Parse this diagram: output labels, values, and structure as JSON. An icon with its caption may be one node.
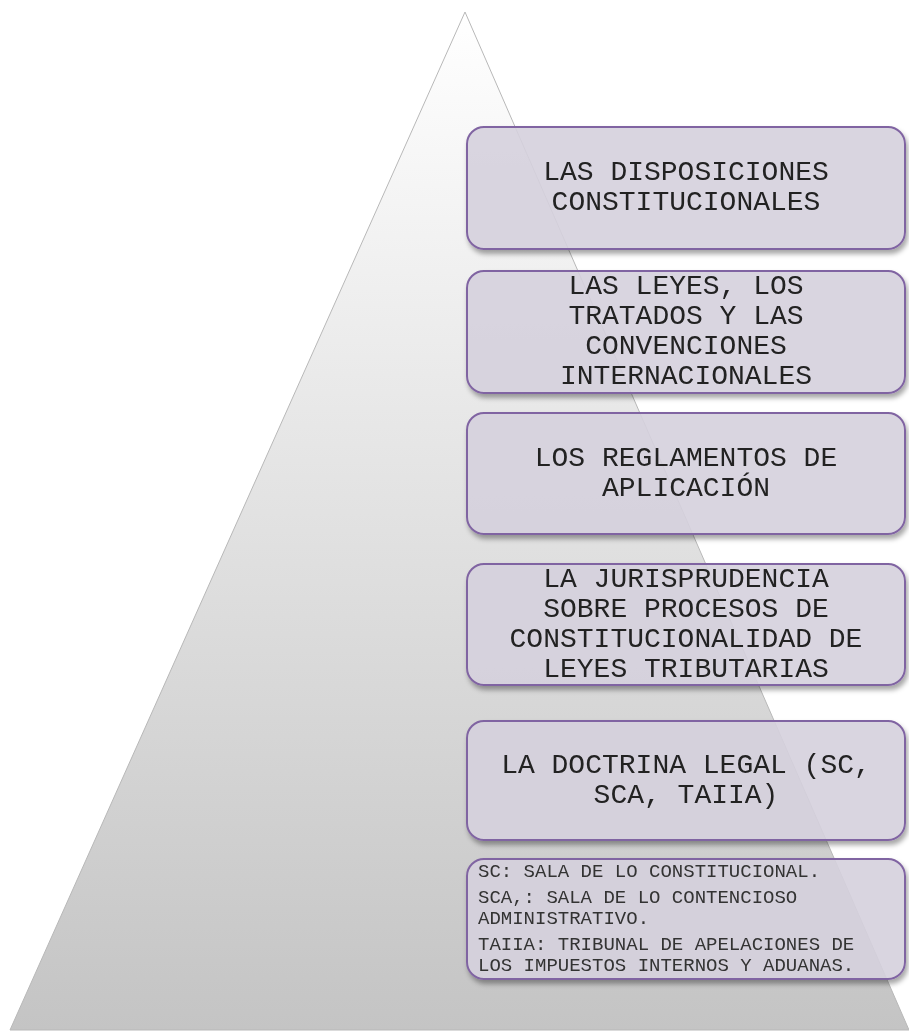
{
  "diagram": {
    "nodes": [
      {
        "text": [
          "LAS DISPOSICIONES CONSTITUCIONALES"
        ]
      },
      {
        "text": [
          "LAS LEYES, LOS TRATADOS Y LAS CONVENCIONES INTERNACIONALES"
        ]
      },
      {
        "text": [
          "LOS REGLAMENTOS DE APLICACIÓN"
        ]
      },
      {
        "text": [
          "LA JURISPRUDENCIA SOBRE PROCESOS DE CONSTITUCIONALIDAD DE LEYES TRIBUTARIAS"
        ]
      },
      {
        "text": [
          "LA DOCTRINA LEGAL (SC, SCA, TAIIA)"
        ]
      },
      {
        "text": [
          "SC: SALA DE LO CONSTITUCIONAL.",
          "SCA,: SALA DE LO CONTENCIOSO ADMINISTRATIVO.",
          "TAIIA: TRIBUNAL DE APELACIONES DE LOS IMPUESTOS INTERNOS Y ADUANAS."
        ]
      }
    ]
  }
}
